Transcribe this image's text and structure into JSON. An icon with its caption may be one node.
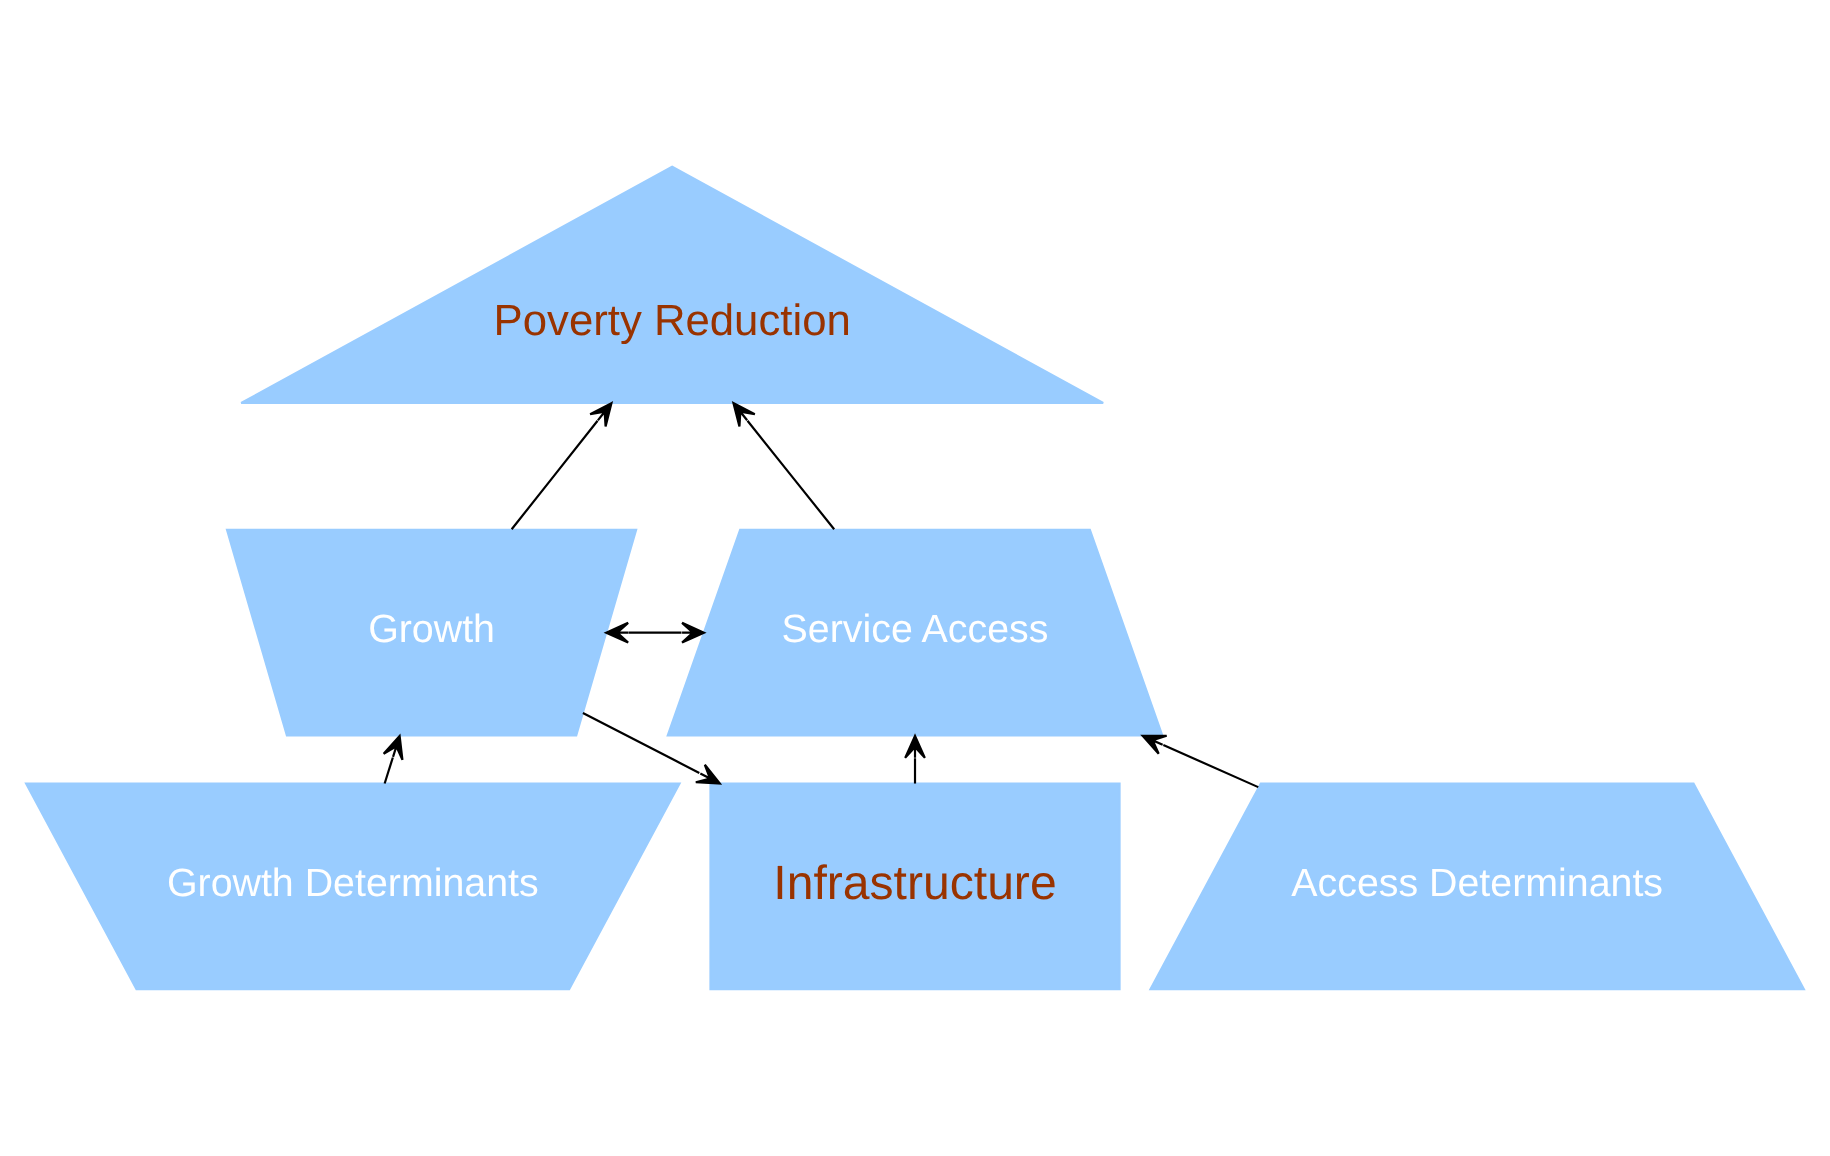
{
  "diagram": {
    "nodes": [
      {
        "text": [
          "Poverty Reduction"
        ]
      },
      {
        "text": [
          "Growth"
        ]
      },
      {
        "text": [
          "Service Access"
        ]
      },
      {
        "text": [
          "Growth Determinants"
        ]
      },
      {
        "text": [
          "Infrastructure"
        ]
      },
      {
        "text": [
          "Access Determinants"
        ]
      }
    ],
    "edges": [
      {
        "from": 1,
        "to": 0,
        "arrow": "to"
      },
      {
        "from": 2,
        "to": 0,
        "arrow": "to"
      },
      {
        "from": 1,
        "to": 2,
        "arrow": "both"
      },
      {
        "from": 3,
        "to": 1,
        "arrow": "to"
      },
      {
        "from": 1,
        "to": 4,
        "arrow": "to"
      },
      {
        "from": 4,
        "to": 2,
        "arrow": "to"
      },
      {
        "from": 5,
        "to": 2,
        "arrow": "to"
      }
    ]
  }
}
